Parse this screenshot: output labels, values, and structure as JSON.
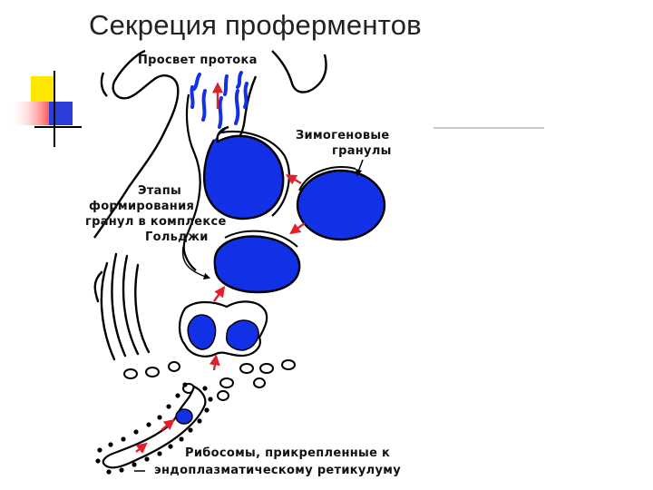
{
  "slide": {
    "title": "Секреция проферментов"
  },
  "labels": {
    "duct_lumen": "Просвет протока",
    "zymogen_line1": "Зимогеновые",
    "zymogen_line2": "гранулы",
    "golgi_line1": "Этапы",
    "golgi_line2": "формирования",
    "golgi_line3": "гранул в комплексе",
    "golgi_line4": "Гольджи",
    "ribosome_line1": "Рибосомы, прикрепленные к",
    "ribosome_line2": "эндоплазматическому ретикулуму"
  },
  "colors": {
    "granule_blue": "#1230e6",
    "arrow_red": "#e0202a",
    "outline": "#000000",
    "title_text": "#222222",
    "deco_yellow": "#ffe800",
    "deco_blue": "#2c3ed8",
    "deco_red": "#ff2a2a"
  }
}
